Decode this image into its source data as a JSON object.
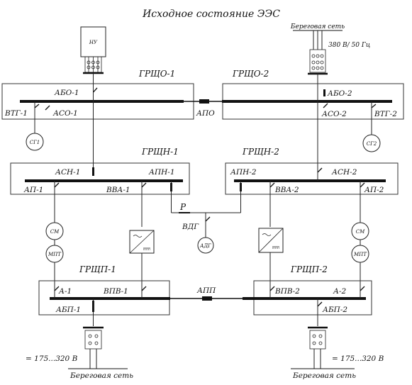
{
  "title": "Исходное состояние ЭЭС",
  "source_left": {
    "label": "НУ"
  },
  "shore_top": {
    "label": "Береговая сеть",
    "voltage": "380 В/ 50 Гц"
  },
  "grshch": {
    "o1": "ГРЩО-1",
    "o2": "ГРЩО-2",
    "n1": "ГРЩН-1",
    "n2": "ГРЩН-2",
    "p1": "ГРЩП-1",
    "p2": "ГРЩП-2"
  },
  "switches": {
    "abo1": "АБО-1",
    "abo2": "АБО-2",
    "aso1": "АСО-1",
    "aso2": "АСО-2",
    "vtg1": "ВТГ-1",
    "vtg2": "ВТГ-2",
    "apo": "АПО",
    "asn1": "АСН-1",
    "asn2": "АСН-2",
    "apn1": "АПН-1",
    "apn2": "АПН-2",
    "ap1": "АП-1",
    "ap2": "АП-2",
    "vva1": "ВВА-1",
    "vva2": "ВВА-2",
    "p": "Р",
    "vdg": "ВДГ",
    "a1": "А-1",
    "a2": "А-2",
    "vpv1": "ВПВ-1",
    "vpv2": "ВПВ-2",
    "app": "АПП",
    "abp1": "АБП-1",
    "abp2": "АБП-2"
  },
  "machines": {
    "sg": "СГ1",
    "sg2": "СГ2",
    "sm": "СМ",
    "mpt": "МПТ",
    "adg": "АДГ"
  },
  "shore_bottom": {
    "label": "Береговая сеть",
    "voltage": "= 175...320 В"
  }
}
